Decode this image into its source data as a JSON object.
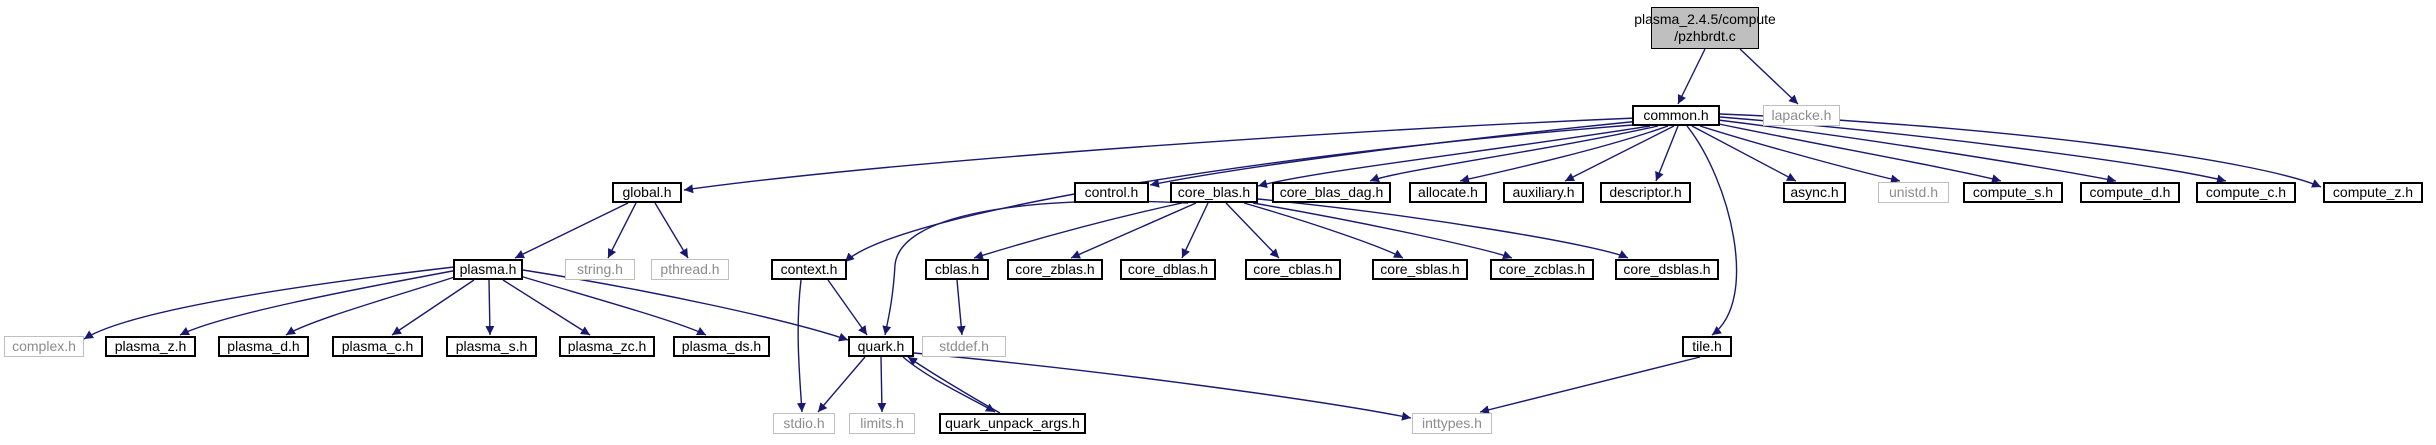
{
  "graph": {
    "root": {
      "line1": "plasma_2.4.5/compute",
      "line2": "/pzhbrdt.c"
    },
    "nodes": {
      "lapacke": "lapacke.h",
      "common": "common.h",
      "global": "global.h",
      "control": "control.h",
      "core_blas": "core_blas.h",
      "core_blas_dag": "core_blas_dag.h",
      "allocate": "allocate.h",
      "auxiliary": "auxiliary.h",
      "descriptor": "descriptor.h",
      "async": "async.h",
      "unistd": "unistd.h",
      "compute_s": "compute_s.h",
      "compute_d": "compute_d.h",
      "compute_c": "compute_c.h",
      "compute_z": "compute_z.h",
      "plasma": "plasma.h",
      "string": "string.h",
      "pthread": "pthread.h",
      "context": "context.h",
      "cblas": "cblas.h",
      "core_zblas": "core_zblas.h",
      "core_dblas": "core_dblas.h",
      "core_cblas": "core_cblas.h",
      "core_sblas": "core_sblas.h",
      "core_zcblas": "core_zcblas.h",
      "core_dsblas": "core_dsblas.h",
      "tile": "tile.h",
      "complex": "complex.h",
      "plasma_z": "plasma_z.h",
      "plasma_d": "plasma_d.h",
      "plasma_c": "plasma_c.h",
      "plasma_s": "plasma_s.h",
      "plasma_zc": "plasma_zc.h",
      "plasma_ds": "plasma_ds.h",
      "quark": "quark.h",
      "stddef": "stddef.h",
      "stdio": "stdio.h",
      "limits": "limits.h",
      "quark_unpack_args": "quark_unpack_args.h",
      "inttypes": "inttypes.h"
    },
    "colors": {
      "edge": "#191970",
      "node_border": "#000000",
      "system_border": "#bfbfbf",
      "system_text": "#8c8c8c",
      "root_fill": "#bfbfbf"
    }
  }
}
